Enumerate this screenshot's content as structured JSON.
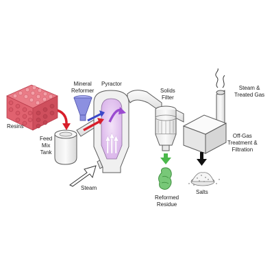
{
  "labels": {
    "resins": "Resins",
    "mineral_reformer": [
      "Mineral",
      "Reformer"
    ],
    "pyractor": "Pyractor",
    "solids_filter": [
      "Solids",
      "Filter"
    ],
    "steam_treated_gas": [
      "Steam &",
      "Treated Gas"
    ],
    "feed_mix_tank": [
      "Feed",
      "Mix",
      "Tank"
    ],
    "off_gas": [
      "Off-Gas",
      "Treatment &",
      "Filtration"
    ],
    "steam": "Steam",
    "reformed_residue": [
      "Reformed",
      "Residue"
    ],
    "salts": "Salts"
  },
  "colors": {
    "resin_fill": "#e0626f",
    "resin_dark": "#b83c4b",
    "equipment_fill": "#f2f2f2",
    "equipment_stroke": "#555555",
    "reactor_glow": "#e4c4ef",
    "funnel_blue": "#8c90e0",
    "flow_red": "#d81e2a",
    "flow_purple": "#9a4ad0",
    "flow_blue": "#3b46c8",
    "residue_green": "#78c878",
    "arrow_green": "#4cb84c"
  }
}
